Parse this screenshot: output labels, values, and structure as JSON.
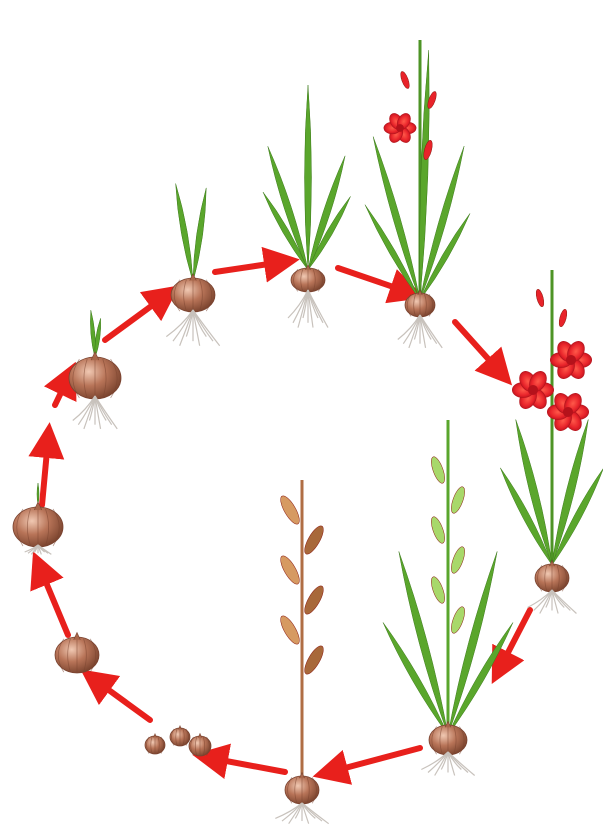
{
  "diagram": {
    "subject": "gladiolus-life-cycle",
    "colors": {
      "arrow": "#e8201c",
      "bulb": "#a8664a",
      "bulb_highlight": "#e4b59e",
      "bulb_shadow": "#7a4330",
      "leaf": "#5aa62c",
      "leaf_light": "#a8d86a",
      "flower": "#e8232a",
      "flower_dark": "#b5121b",
      "dry_leaf": "#a8683a",
      "dry_leaf_light": "#d69a62",
      "root": "#c8c2bc",
      "stem_dry": "#b06e44"
    },
    "stages": [
      {
        "id": "cormlets",
        "icon": "cormlets-icon"
      },
      {
        "id": "dormant-corm",
        "icon": "corm-icon"
      },
      {
        "id": "corm-sprouting",
        "icon": "sprouting-corm-icon"
      },
      {
        "id": "corm-rooting",
        "icon": "rooting-corm-icon"
      },
      {
        "id": "young-shoot",
        "icon": "young-shoot-icon"
      },
      {
        "id": "leafy-plant",
        "icon": "leafy-plant-icon"
      },
      {
        "id": "budding-plant",
        "icon": "budding-plant-icon"
      },
      {
        "id": "flowering-plant",
        "icon": "flowering-plant-icon"
      },
      {
        "id": "seed-pod-plant",
        "icon": "seed-pod-plant-icon"
      },
      {
        "id": "dried-plant",
        "icon": "dried-plant-icon"
      }
    ],
    "arrow_count": 11
  }
}
